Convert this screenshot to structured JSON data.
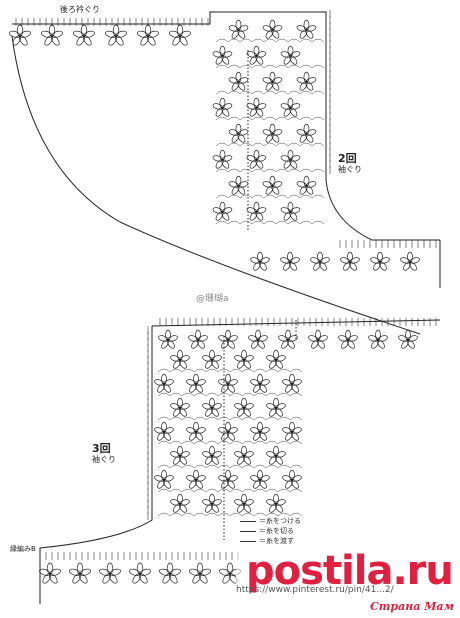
{
  "diagram": {
    "back_neck_label": "後ろ衿ぐり",
    "armhole_label_2": "2回",
    "armhole_label_2_sub": "袖ぐり",
    "armhole_label_3": "3回",
    "armhole_label_3_sub": "袖ぐり",
    "edge_label": "縁編みB",
    "weibo_mark": "@珊瑚a",
    "legend": [
      {
        "label": "＝糸をつける"
      },
      {
        "label": "＝糸を切る"
      },
      {
        "label": "＝糸を渡す"
      }
    ]
  },
  "watermark": {
    "brand": "postila.ru",
    "url": "https://www.pinterest.ru/pin/41...2/",
    "sub": "Страна Мам"
  }
}
